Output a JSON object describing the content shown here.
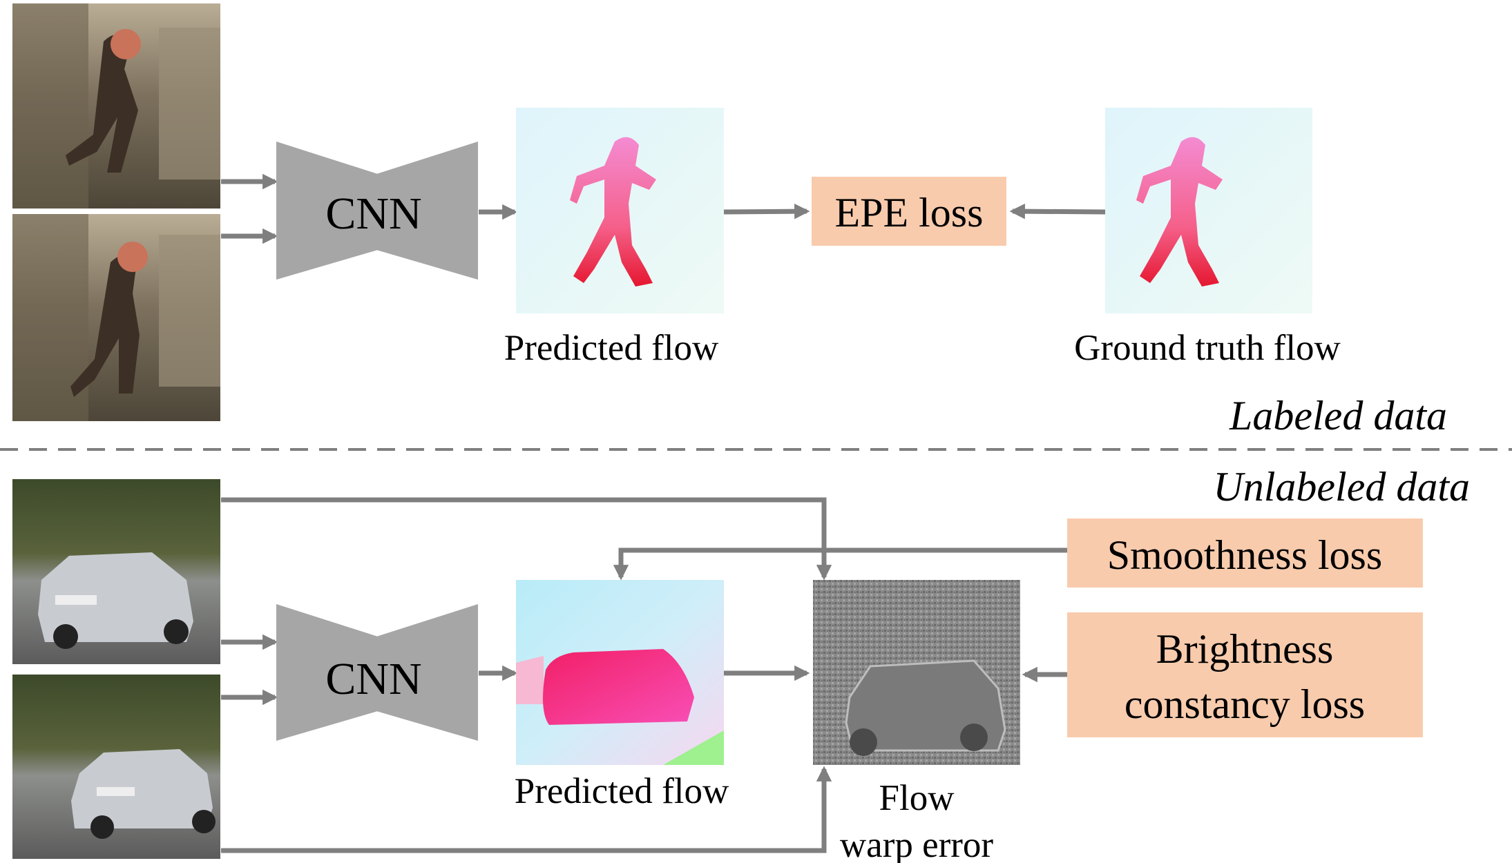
{
  "top": {
    "cnn_label": "CNN",
    "predicted_flow_label": "Predicted flow",
    "epe_loss_label": "EPE loss",
    "ground_truth_flow_label": "Ground truth flow",
    "section_label": "Labeled data"
  },
  "bottom": {
    "section_label": "Unlabeled data",
    "cnn_label": "CNN",
    "predicted_flow_label": "Predicted flow",
    "smoothness_loss_label": "Smoothness loss",
    "brightness_loss_line1": "Brightness",
    "brightness_loss_line2": "constancy loss",
    "warp_error_line1": "Flow",
    "warp_error_line2": "warp error"
  },
  "colors": {
    "arrow": "#7f7f7f",
    "cnn": "#a6a6a6",
    "loss_box": "#f8cbad",
    "divider": "#7f7f7f"
  }
}
